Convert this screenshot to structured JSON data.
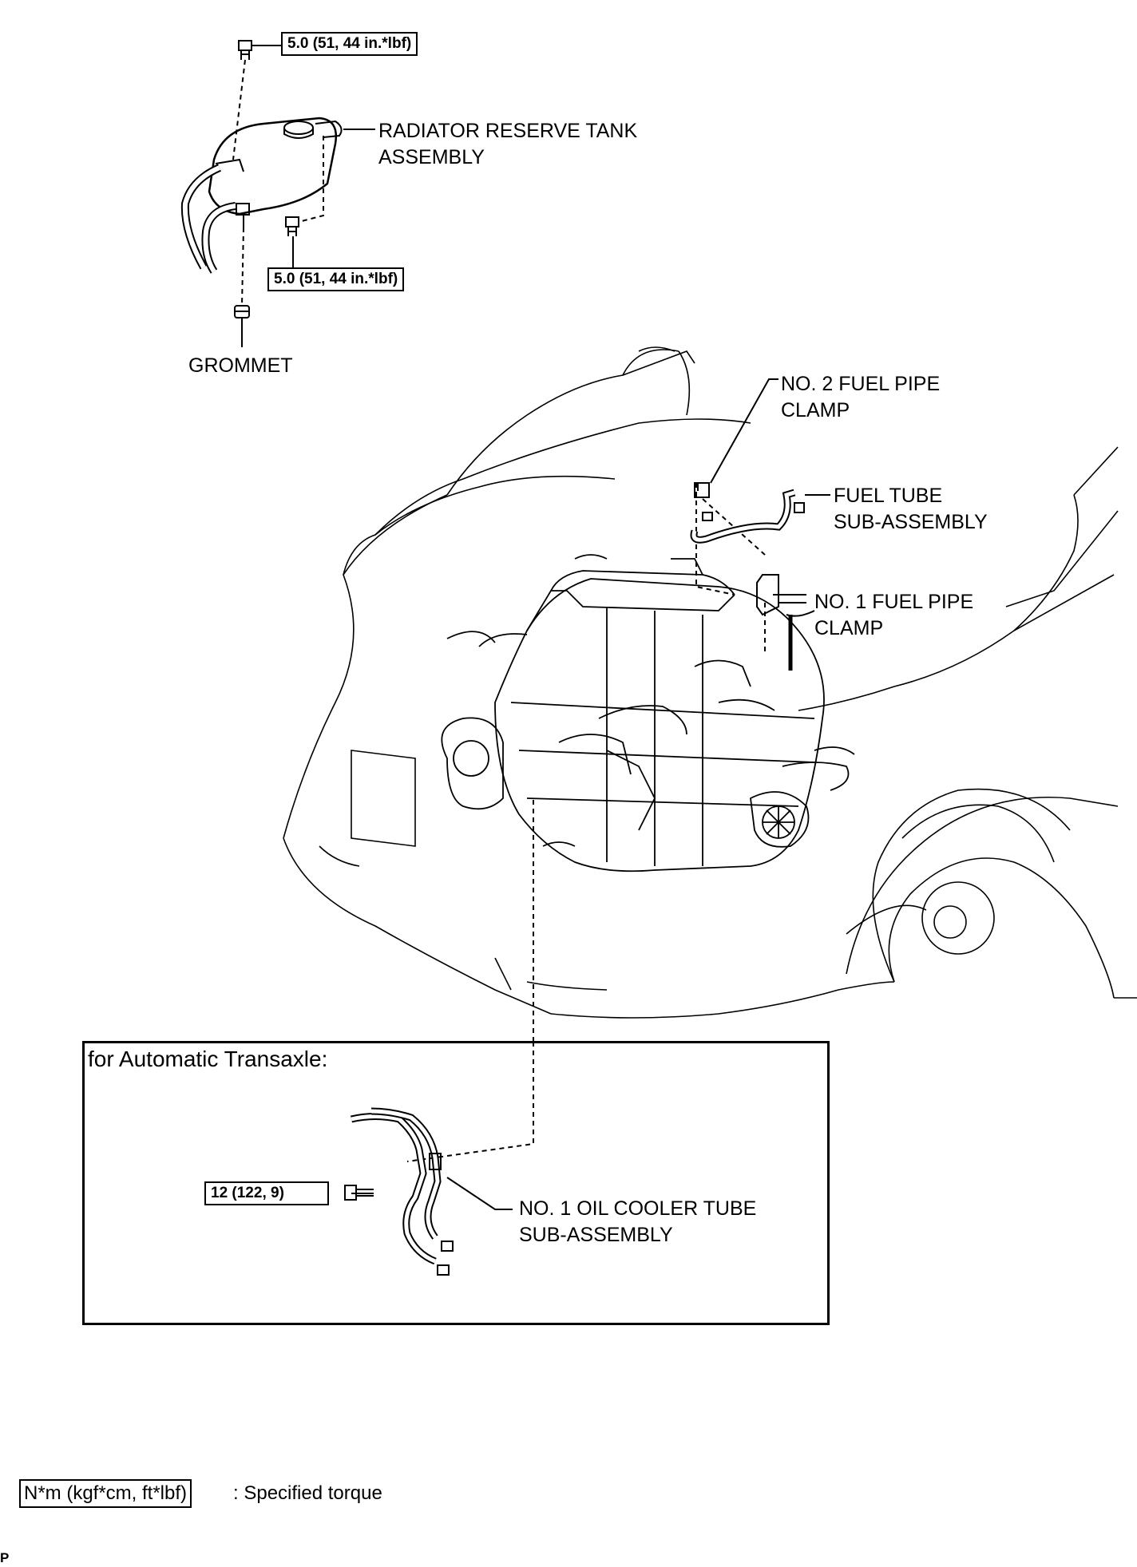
{
  "labels": {
    "reserve_tank": "RADIATOR RESERVE TANK\nASSEMBLY",
    "grommet": "GROMMET",
    "no2_clamp": "NO. 2 FUEL PIPE\nCLAMP",
    "fuel_tube": "FUEL TUBE\nSUB-ASSEMBLY",
    "no1_clamp": "NO. 1 FUEL PIPE\nCLAMP",
    "oil_cooler_tube": "NO. 1 OIL COOLER TUBE\nSUB-ASSEMBLY"
  },
  "torque": {
    "top_bolt": "5.0 (51, 44 in.*lbf)",
    "side_bolt": "5.0 (51, 44 in.*lbf)",
    "oil_cooler_bolt": "12 (122, 9)"
  },
  "inset": {
    "title": "for Automatic Transaxle:"
  },
  "legend": {
    "box": "N*m (kgf*cm, ft*lbf)",
    "text": ": Specified torque"
  },
  "corner_mark": "P"
}
